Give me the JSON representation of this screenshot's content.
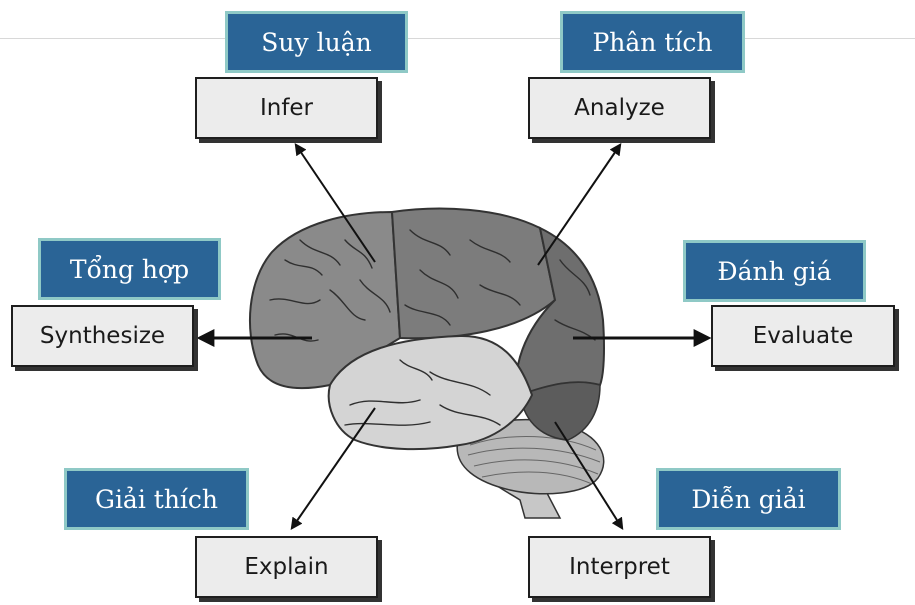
{
  "concepts": [
    {
      "id": "infer",
      "english": "Infer",
      "vietnamese": "Suy luận"
    },
    {
      "id": "analyze",
      "english": "Analyze",
      "vietnamese": "Phân tích"
    },
    {
      "id": "synthesize",
      "english": "Synthesize",
      "vietnamese": "Tổng hợp"
    },
    {
      "id": "evaluate",
      "english": "Evaluate",
      "vietnamese": "Đánh giá"
    },
    {
      "id": "explain",
      "english": "Explain",
      "vietnamese": "Giải thích"
    },
    {
      "id": "interpret",
      "english": "Interpret",
      "vietnamese": "Diễn giải"
    }
  ],
  "colors": {
    "label_fill": "#2a6496",
    "label_border": "#8fc9c6",
    "box_fill": "#ececec",
    "lobe_dark": "#6e6e6e",
    "lobe_mid": "#8a8a8a",
    "lobe_light": "#d4d4d4"
  }
}
